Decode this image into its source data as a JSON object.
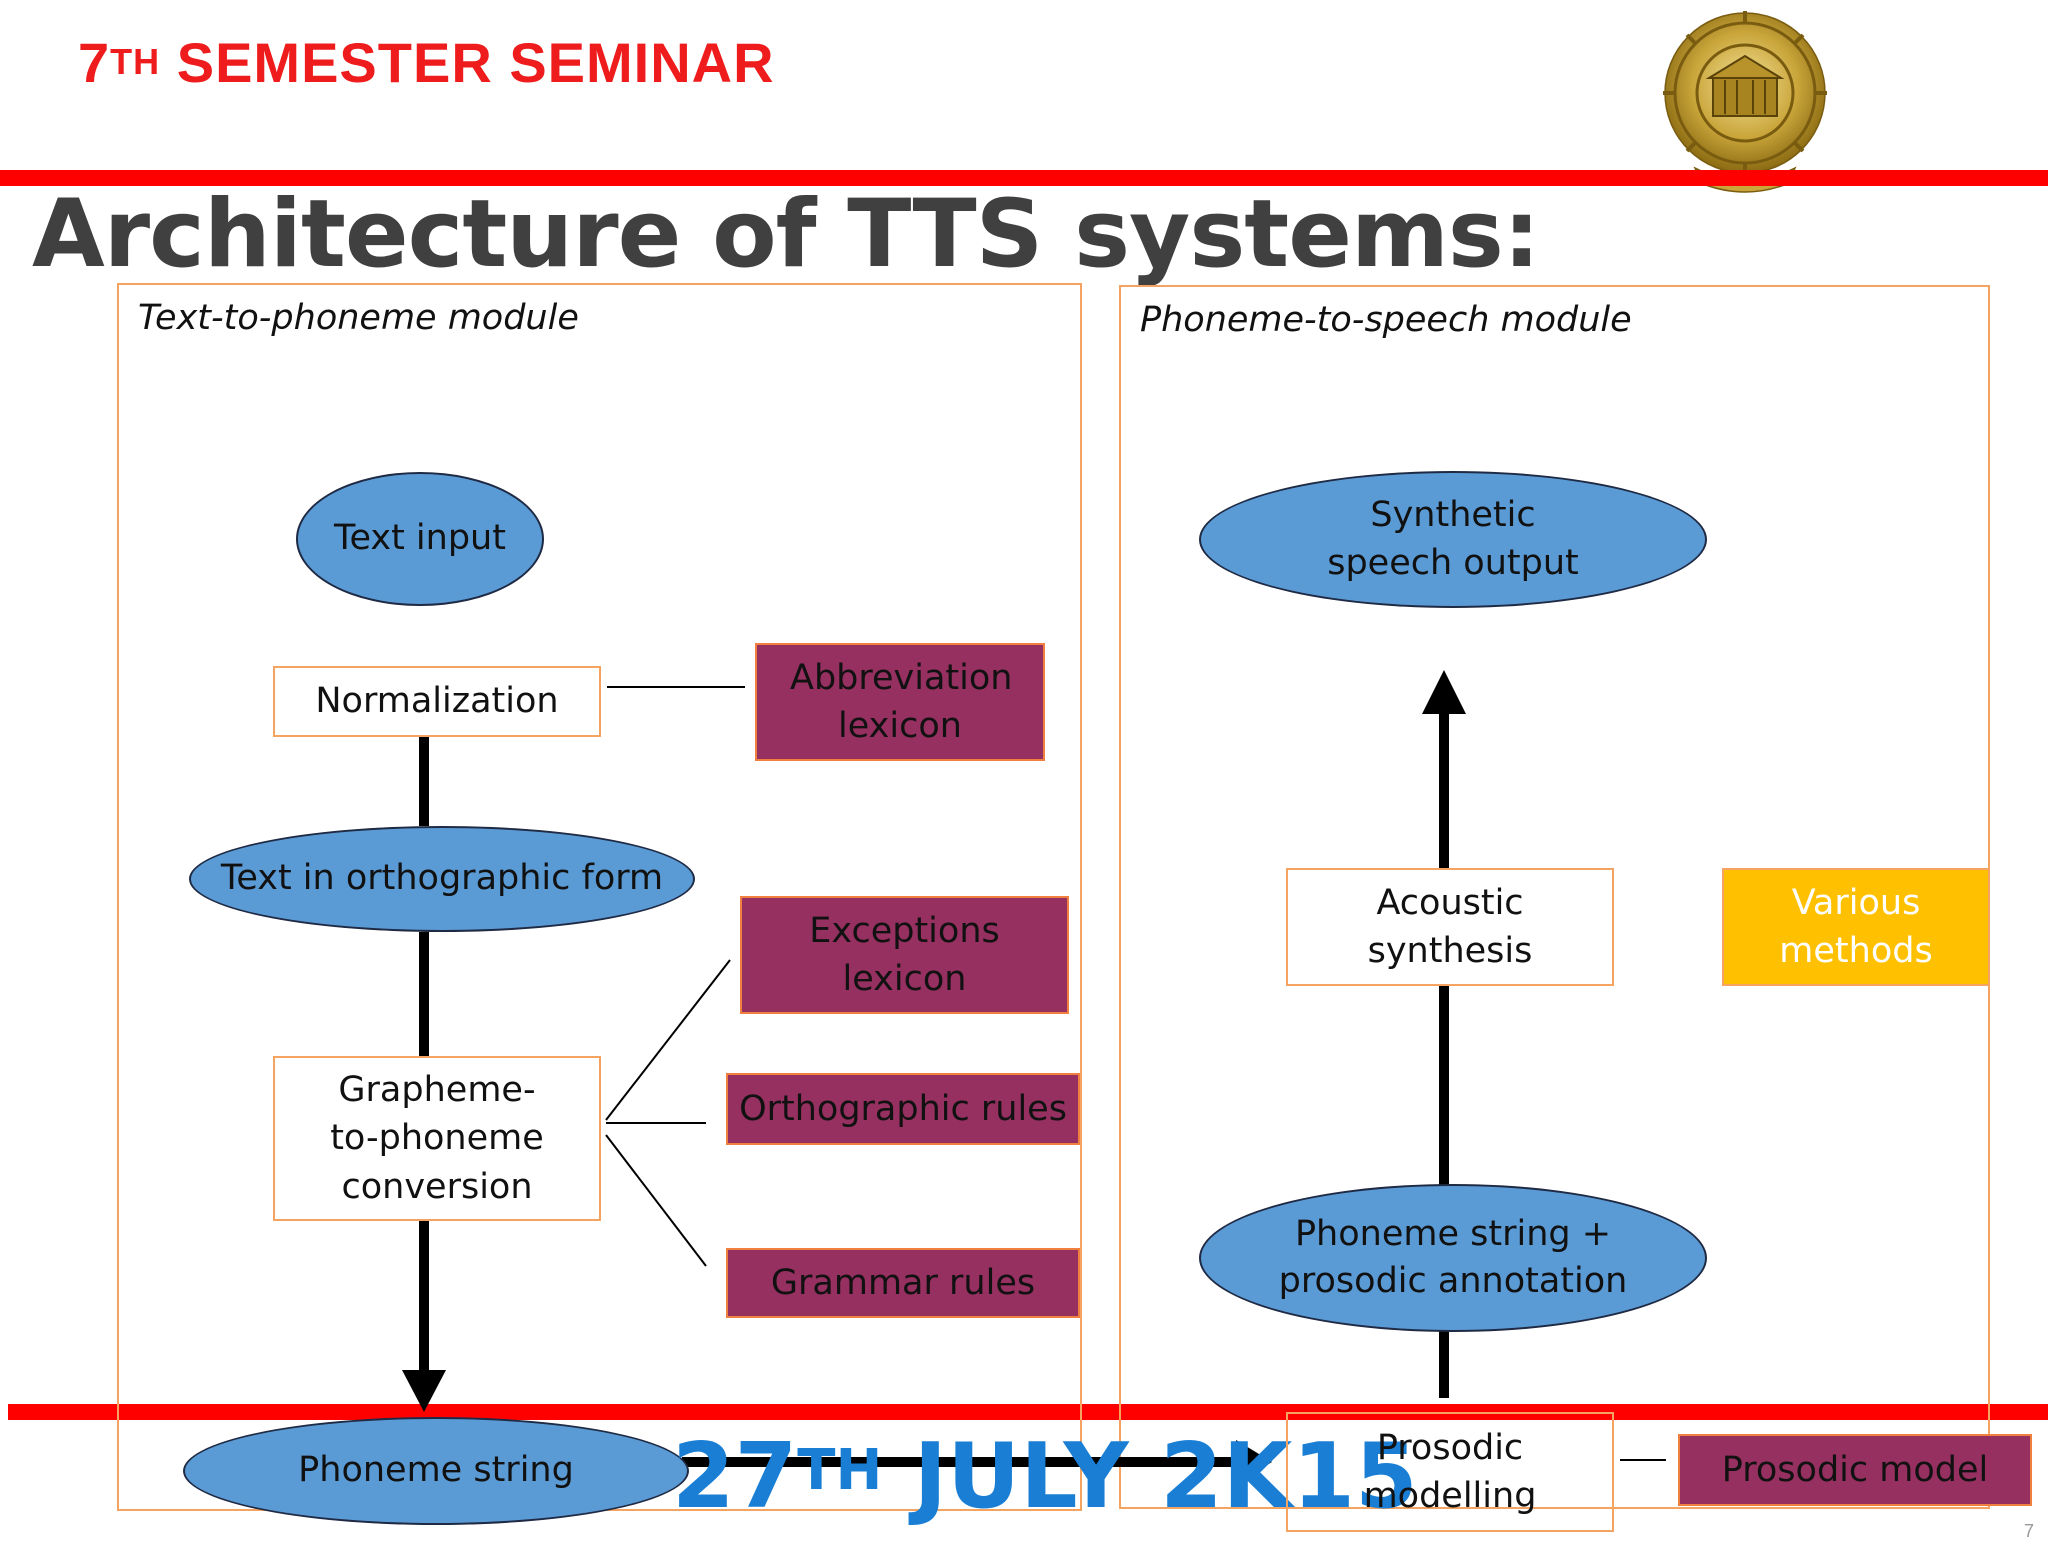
{
  "header": {
    "semester_prefix": "7",
    "semester_suffix": "TH",
    "semester_rest": " SEMESTER SEMINAR"
  },
  "slide": {
    "title": "Architecture of TTS systems:",
    "page_number": "7"
  },
  "diagram": {
    "left_module": {
      "title": "Text-to-phoneme module",
      "text_input": "Text input",
      "normalization": "Normalization",
      "abbreviation_lexicon": "Abbreviation lexicon",
      "orthographic_text": "Text in orthographic form",
      "exceptions_lexicon": "Exceptions lexicon",
      "orthographic_rules": "Orthographic rules",
      "g2p": "Grapheme-to-phoneme conversion",
      "grammar_rules": "Grammar rules",
      "phoneme_string": "Phoneme string"
    },
    "right_module": {
      "title": "Phoneme-to-speech module",
      "synthetic_speech": "Synthetic speech output",
      "acoustic_synthesis": "Acoustic synthesis",
      "various_methods": "Various methods",
      "phoneme_prosodic": "Phoneme string + prosodic annotation",
      "prosodic_modelling": "Prosodic modelling",
      "prosodic_model": "Prosodic model"
    }
  },
  "footer": {
    "date_prefix": "27",
    "date_suffix": "TH",
    "date_rest": " JULY 2K15"
  },
  "colors": {
    "accent_red": "#ff0000",
    "ellipse_blue": "#5b9bd5",
    "lexicon_purple": "#953060",
    "highlight_yellow": "#ffc000",
    "date_blue": "#1a7fd4"
  }
}
